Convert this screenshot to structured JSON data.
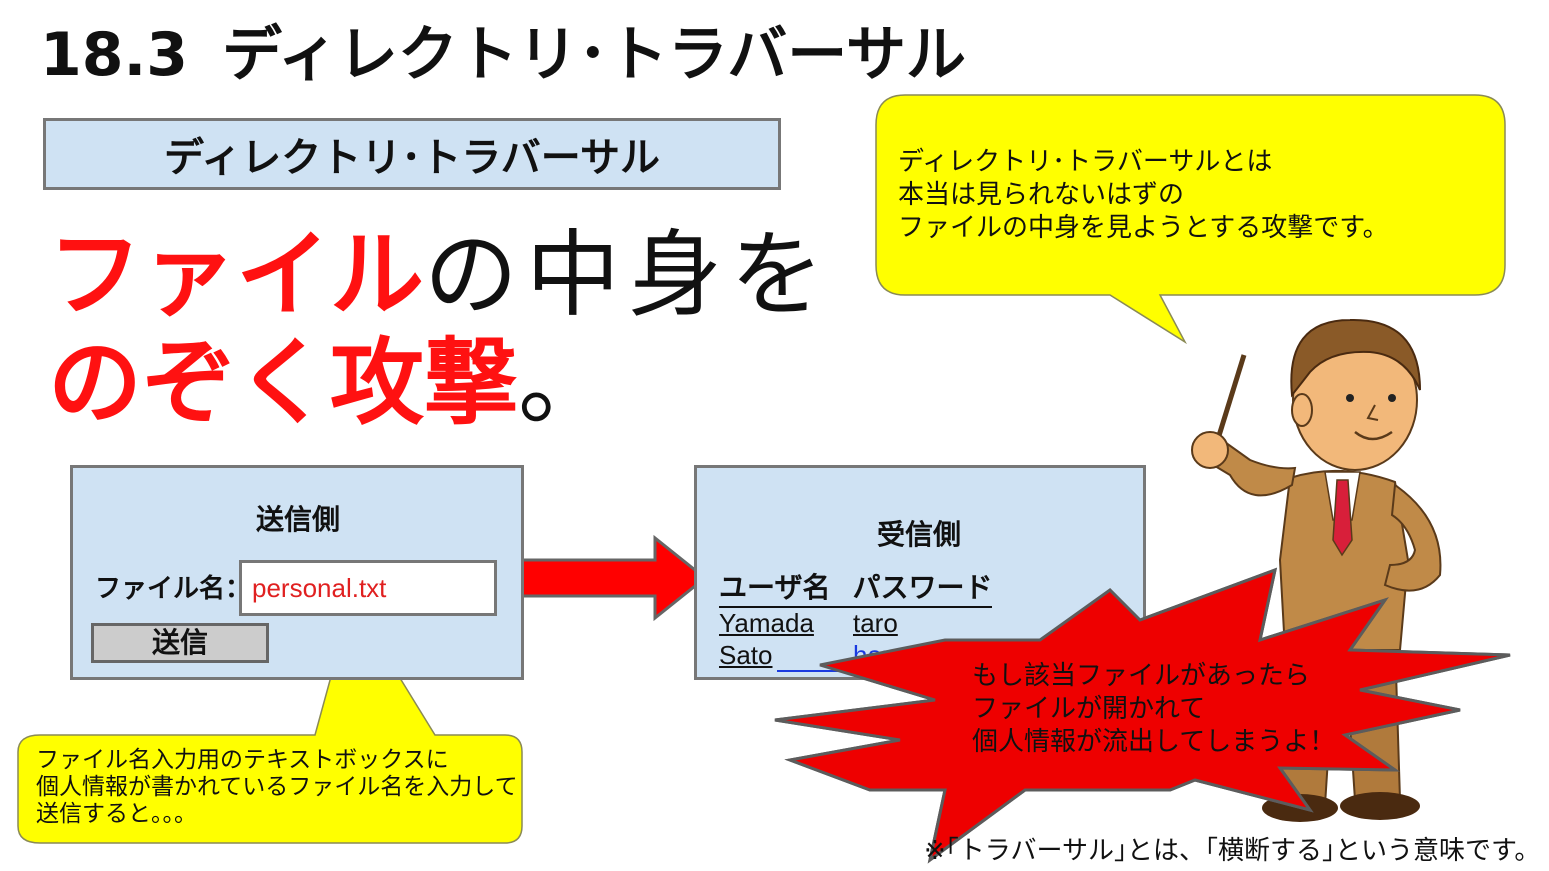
{
  "slide": {
    "number": "18.3",
    "title": "ディレクトリ･トラバーサル"
  },
  "topic_box": {
    "label": "ディレクトリ･トラバーサル"
  },
  "headline": {
    "part1_red": "ファイル",
    "part2_black": "の中身を",
    "part3_red": "のぞく攻撃",
    "part4_black": "。"
  },
  "speech_bubble_top": {
    "lines": [
      "ディレクトリ･トラバーサルとは",
      "本当は見られないはずの",
      "ファイルの中身を見ようとする攻撃です。"
    ]
  },
  "sender_panel": {
    "title": "送信側",
    "field_label": "ファイル名：",
    "field_value": "personal.txt",
    "send_button": "送信"
  },
  "receiver_panel": {
    "title": "受信側",
    "header_user": "ユーザ名",
    "header_pass": "パスワード",
    "rows": [
      {
        "user": "Yamada",
        "password": "taro"
      },
      {
        "user": "Sato",
        "password": "hanako"
      }
    ]
  },
  "speech_bubble_bottom": {
    "lines": [
      "ファイル名入力用のテキストボックスに",
      "個人情報が書かれているファイル名を入力して",
      "送信すると。。。"
    ]
  },
  "burst": {
    "lines": [
      "もし該当ファイルがあったら",
      "ファイルが開かれて",
      "個人情報が流出してしまうよ！"
    ]
  },
  "footnote": "※｢トラバーサル｣とは、｢横断する｣という意味です。",
  "colors": {
    "panel_fill": "#cfe2f3",
    "bubble_fill": "#ffff00",
    "accent_red": "#ff1111",
    "burst_red": "#ee0000",
    "link_blue": "#1a3ae0"
  }
}
